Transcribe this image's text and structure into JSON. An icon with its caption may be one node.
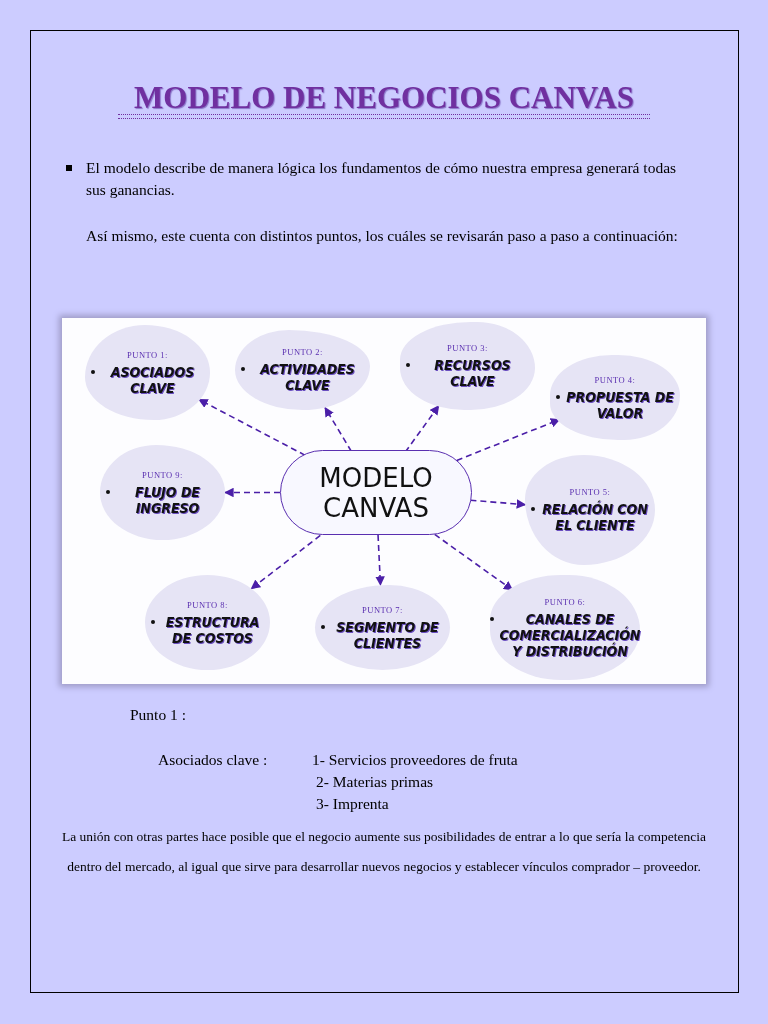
{
  "diagram": {
    "title": "MODELO DE NEGOCIOS CANVAS",
    "nodes": [
      {
        "text": [
          "PUNTO 1:",
          "ASOCIADOS CLAVE"
        ]
      },
      {
        "text": [
          "PUNTO 2:",
          "ACTIVIDADES CLAVE"
        ]
      },
      {
        "text": [
          "PUNTO 3:",
          "RECURSOS CLAVE"
        ]
      },
      {
        "text": [
          "PUNTO 4:",
          "PROPUESTA DE VALOR"
        ]
      },
      {
        "text": [
          "PUNTO 9:",
          "FLUJO DE INGRESO"
        ]
      },
      {
        "text": [
          "MODELO CANVAS"
        ]
      },
      {
        "text": [
          "PUNTO 5:",
          "RELACIÓN CON EL CLIENTE"
        ]
      },
      {
        "text": [
          "PUNTO 8:",
          "ESTRUCTURA DE COSTOS"
        ]
      },
      {
        "text": [
          "PUNTO 7:",
          "SEGMENTO DE CLIENTES"
        ]
      },
      {
        "text": [
          "PUNTO 6:",
          "CANALES DE COMERCIALIZACIÓN Y DISTRIBUCIÓN"
        ]
      }
    ],
    "edges": [
      {
        "from": 5,
        "to": 0,
        "arrow": "to",
        "style": "dashed"
      },
      {
        "from": 5,
        "to": 1,
        "arrow": "to",
        "style": "dashed"
      },
      {
        "from": 5,
        "to": 2,
        "arrow": "to",
        "style": "dashed"
      },
      {
        "from": 5,
        "to": 3,
        "arrow": "to",
        "style": "dashed"
      },
      {
        "from": 5,
        "to": 4,
        "arrow": "to",
        "style": "dashed"
      },
      {
        "from": 5,
        "to": 6,
        "arrow": "to",
        "style": "dashed"
      },
      {
        "from": 5,
        "to": 7,
        "arrow": "to",
        "style": "dashed"
      },
      {
        "from": 5,
        "to": 8,
        "arrow": "to",
        "style": "dashed"
      },
      {
        "from": 5,
        "to": 9,
        "arrow": "to",
        "style": "dashed"
      }
    ],
    "labels": [
      "El modelo describe de manera lógica los fundamentos de cómo nuestra empresa generará todas sus ganancias.",
      "Así mismo, este cuenta con distintos puntos, los cuáles se revisarán paso a paso a continuación:",
      "Punto 1 :",
      "Asociados clave :",
      "1-  Servicios proveedores de fruta",
      "2-  Materias primas",
      "3-  Imprenta",
      "La unión con otras partes hace posible que el negocio aumente sus posibilidades de entrar a lo que sería la competencia dentro del mercado, al igual que sirve para desarrollar nuevos negocios y establecer vínculos comprador – proveedor."
    ]
  }
}
